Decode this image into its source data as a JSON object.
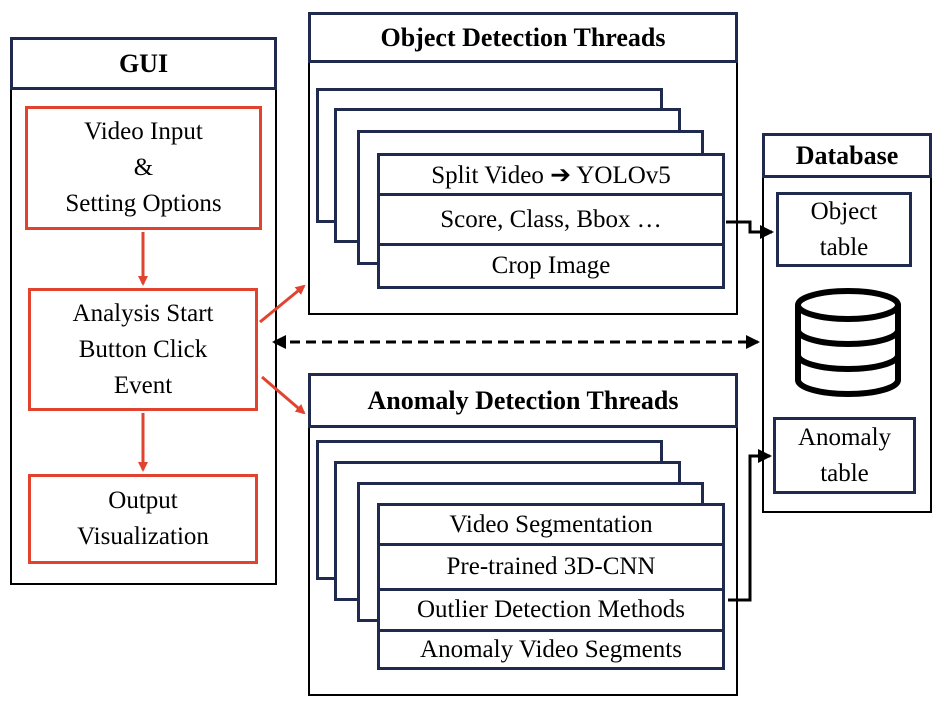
{
  "gui": {
    "title": "GUI",
    "video_input": "Video Input\n&\nSetting Options",
    "analysis_start": "Analysis Start\nButton Click\nEvent",
    "output": "Output\nVisualization"
  },
  "object_threads": {
    "title": "Object Detection Threads",
    "rows": [
      "Split Video ➔ YOLOv5",
      "Score, Class, Bbox …",
      "Crop Image"
    ]
  },
  "anomaly_threads": {
    "title": "Anomaly Detection Threads",
    "rows": [
      "Video Segmentation",
      "Pre-trained 3D-CNN",
      "Outlier Detection Methods",
      "Anomaly Video Segments"
    ]
  },
  "database": {
    "title": "Database",
    "object_table": "Object\ntable",
    "anomaly_table": "Anomaly\ntable",
    "icon": "database-cylinder-icon"
  },
  "colors": {
    "navy": "#1f2a4e",
    "red": "#e2432f",
    "black": "#000000"
  }
}
